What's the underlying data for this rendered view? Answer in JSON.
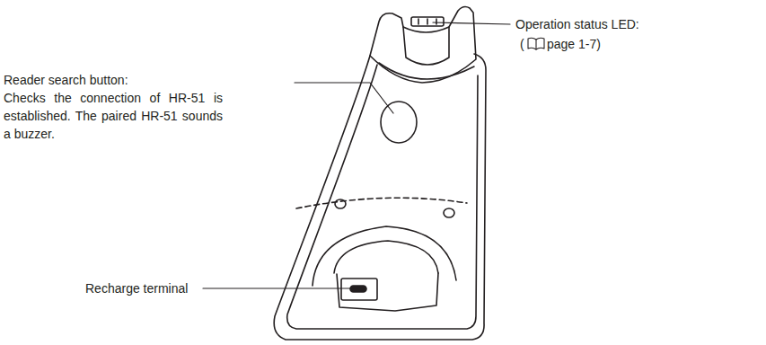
{
  "diagram": {
    "labels": [
      "Operation status LED:",
      "(",
      "page 1-7)",
      "Reader search button:",
      "Checks the connection of HR-51 is established. The paired HR-51 sounds a buzzer.",
      "Recharge terminal"
    ]
  }
}
